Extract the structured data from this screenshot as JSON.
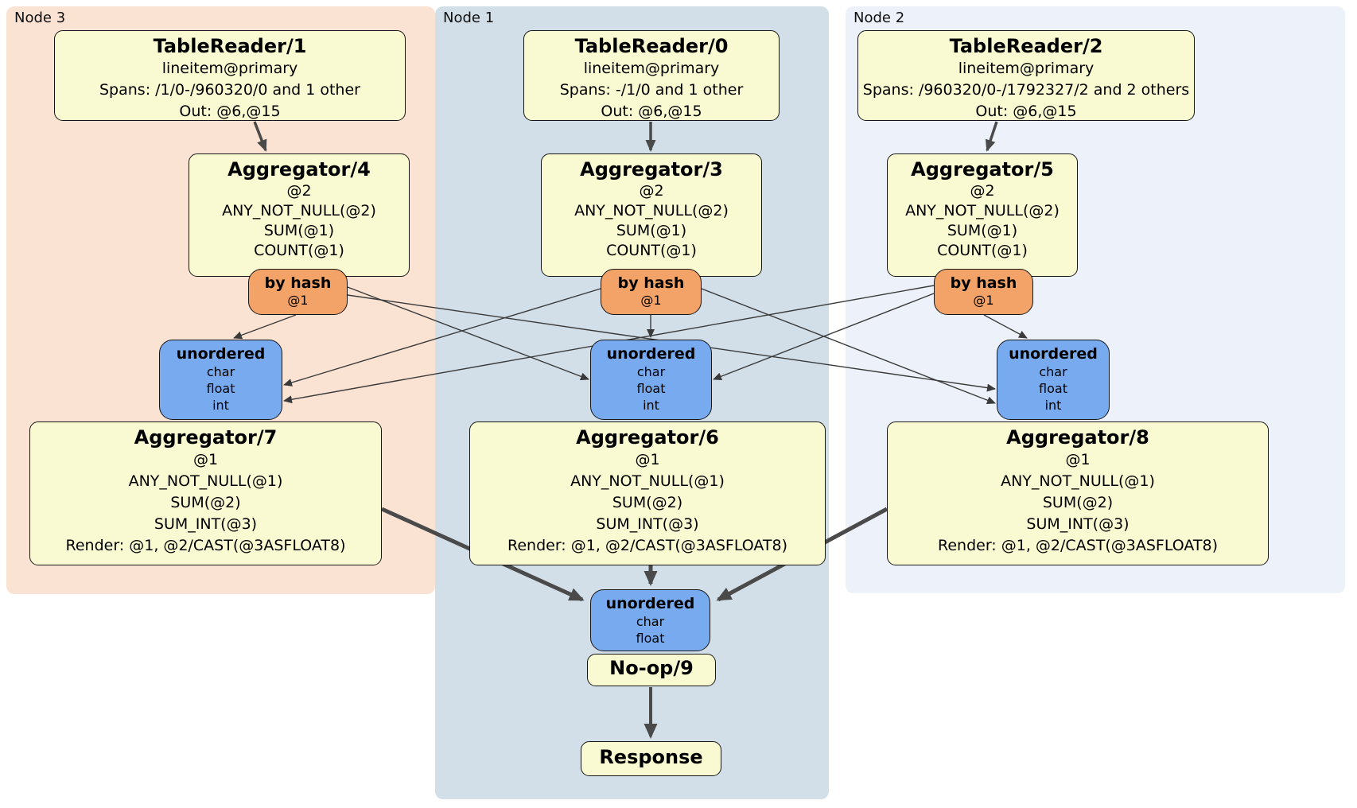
{
  "panels": {
    "node3": {
      "label": "Node 3"
    },
    "node1": {
      "label": "Node 1"
    },
    "node2": {
      "label": "Node 2"
    }
  },
  "colors": {
    "node3_bg": "#fbe3d4",
    "node1_bg": "#d2dfe8",
    "node2_bg": "#edf2fa",
    "processor_bg": "#fafad2",
    "router_bg": "#f3a367",
    "stream_bg": "#78aaf0",
    "edge": "#4a4a4a"
  },
  "processors": {
    "tr1": {
      "title": "TableReader/1",
      "l1": "lineitem@primary",
      "l2": "Spans: /1/0-/960320/0 and 1 other",
      "l3": "Out: @6,@15"
    },
    "tr0": {
      "title": "TableReader/0",
      "l1": "lineitem@primary",
      "l2": "Spans: -/1/0 and 1 other",
      "l3": "Out: @6,@15"
    },
    "tr2": {
      "title": "TableReader/2",
      "l1": "lineitem@primary",
      "l2": "Spans: /960320/0-/1792327/2 and 2 others",
      "l3": "Out: @6,@15"
    },
    "agg4": {
      "title": "Aggregator/4",
      "l1": "@2",
      "l2": "ANY_NOT_NULL(@2)",
      "l3": "SUM(@1)",
      "l4": "COUNT(@1)"
    },
    "agg3": {
      "title": "Aggregator/3",
      "l1": "@2",
      "l2": "ANY_NOT_NULL(@2)",
      "l3": "SUM(@1)",
      "l4": "COUNT(@1)"
    },
    "agg5": {
      "title": "Aggregator/5",
      "l1": "@2",
      "l2": "ANY_NOT_NULL(@2)",
      "l3": "SUM(@1)",
      "l4": "COUNT(@1)"
    },
    "agg7": {
      "title": "Aggregator/7",
      "l1": "@1",
      "l2": "ANY_NOT_NULL(@1)",
      "l3": "SUM(@2)",
      "l4": "SUM_INT(@3)",
      "l5": "Render: @1, @2/CAST(@3ASFLOAT8)"
    },
    "agg6": {
      "title": "Aggregator/6",
      "l1": "@1",
      "l2": "ANY_NOT_NULL(@1)",
      "l3": "SUM(@2)",
      "l4": "SUM_INT(@3)",
      "l5": "Render: @1, @2/CAST(@3ASFLOAT8)"
    },
    "agg8": {
      "title": "Aggregator/8",
      "l1": "@1",
      "l2": "ANY_NOT_NULL(@1)",
      "l3": "SUM(@2)",
      "l4": "SUM_INT(@3)",
      "l5": "Render: @1, @2/CAST(@3ASFLOAT8)"
    },
    "noop": {
      "title": "No-op/9"
    },
    "response": {
      "title": "Response"
    }
  },
  "routers": {
    "bh4": {
      "title": "by hash",
      "key": "@1"
    },
    "bh3": {
      "title": "by hash",
      "key": "@1"
    },
    "bh5": {
      "title": "by hash",
      "key": "@1"
    }
  },
  "streams": {
    "u7": {
      "title": "unordered",
      "t1": "char",
      "t2": "float",
      "t3": "int"
    },
    "u6": {
      "title": "unordered",
      "t1": "char",
      "t2": "float",
      "t3": "int"
    },
    "u8": {
      "title": "unordered",
      "t1": "char",
      "t2": "float",
      "t3": "int"
    },
    "u9": {
      "title": "unordered",
      "t1": "char",
      "t2": "float"
    }
  }
}
